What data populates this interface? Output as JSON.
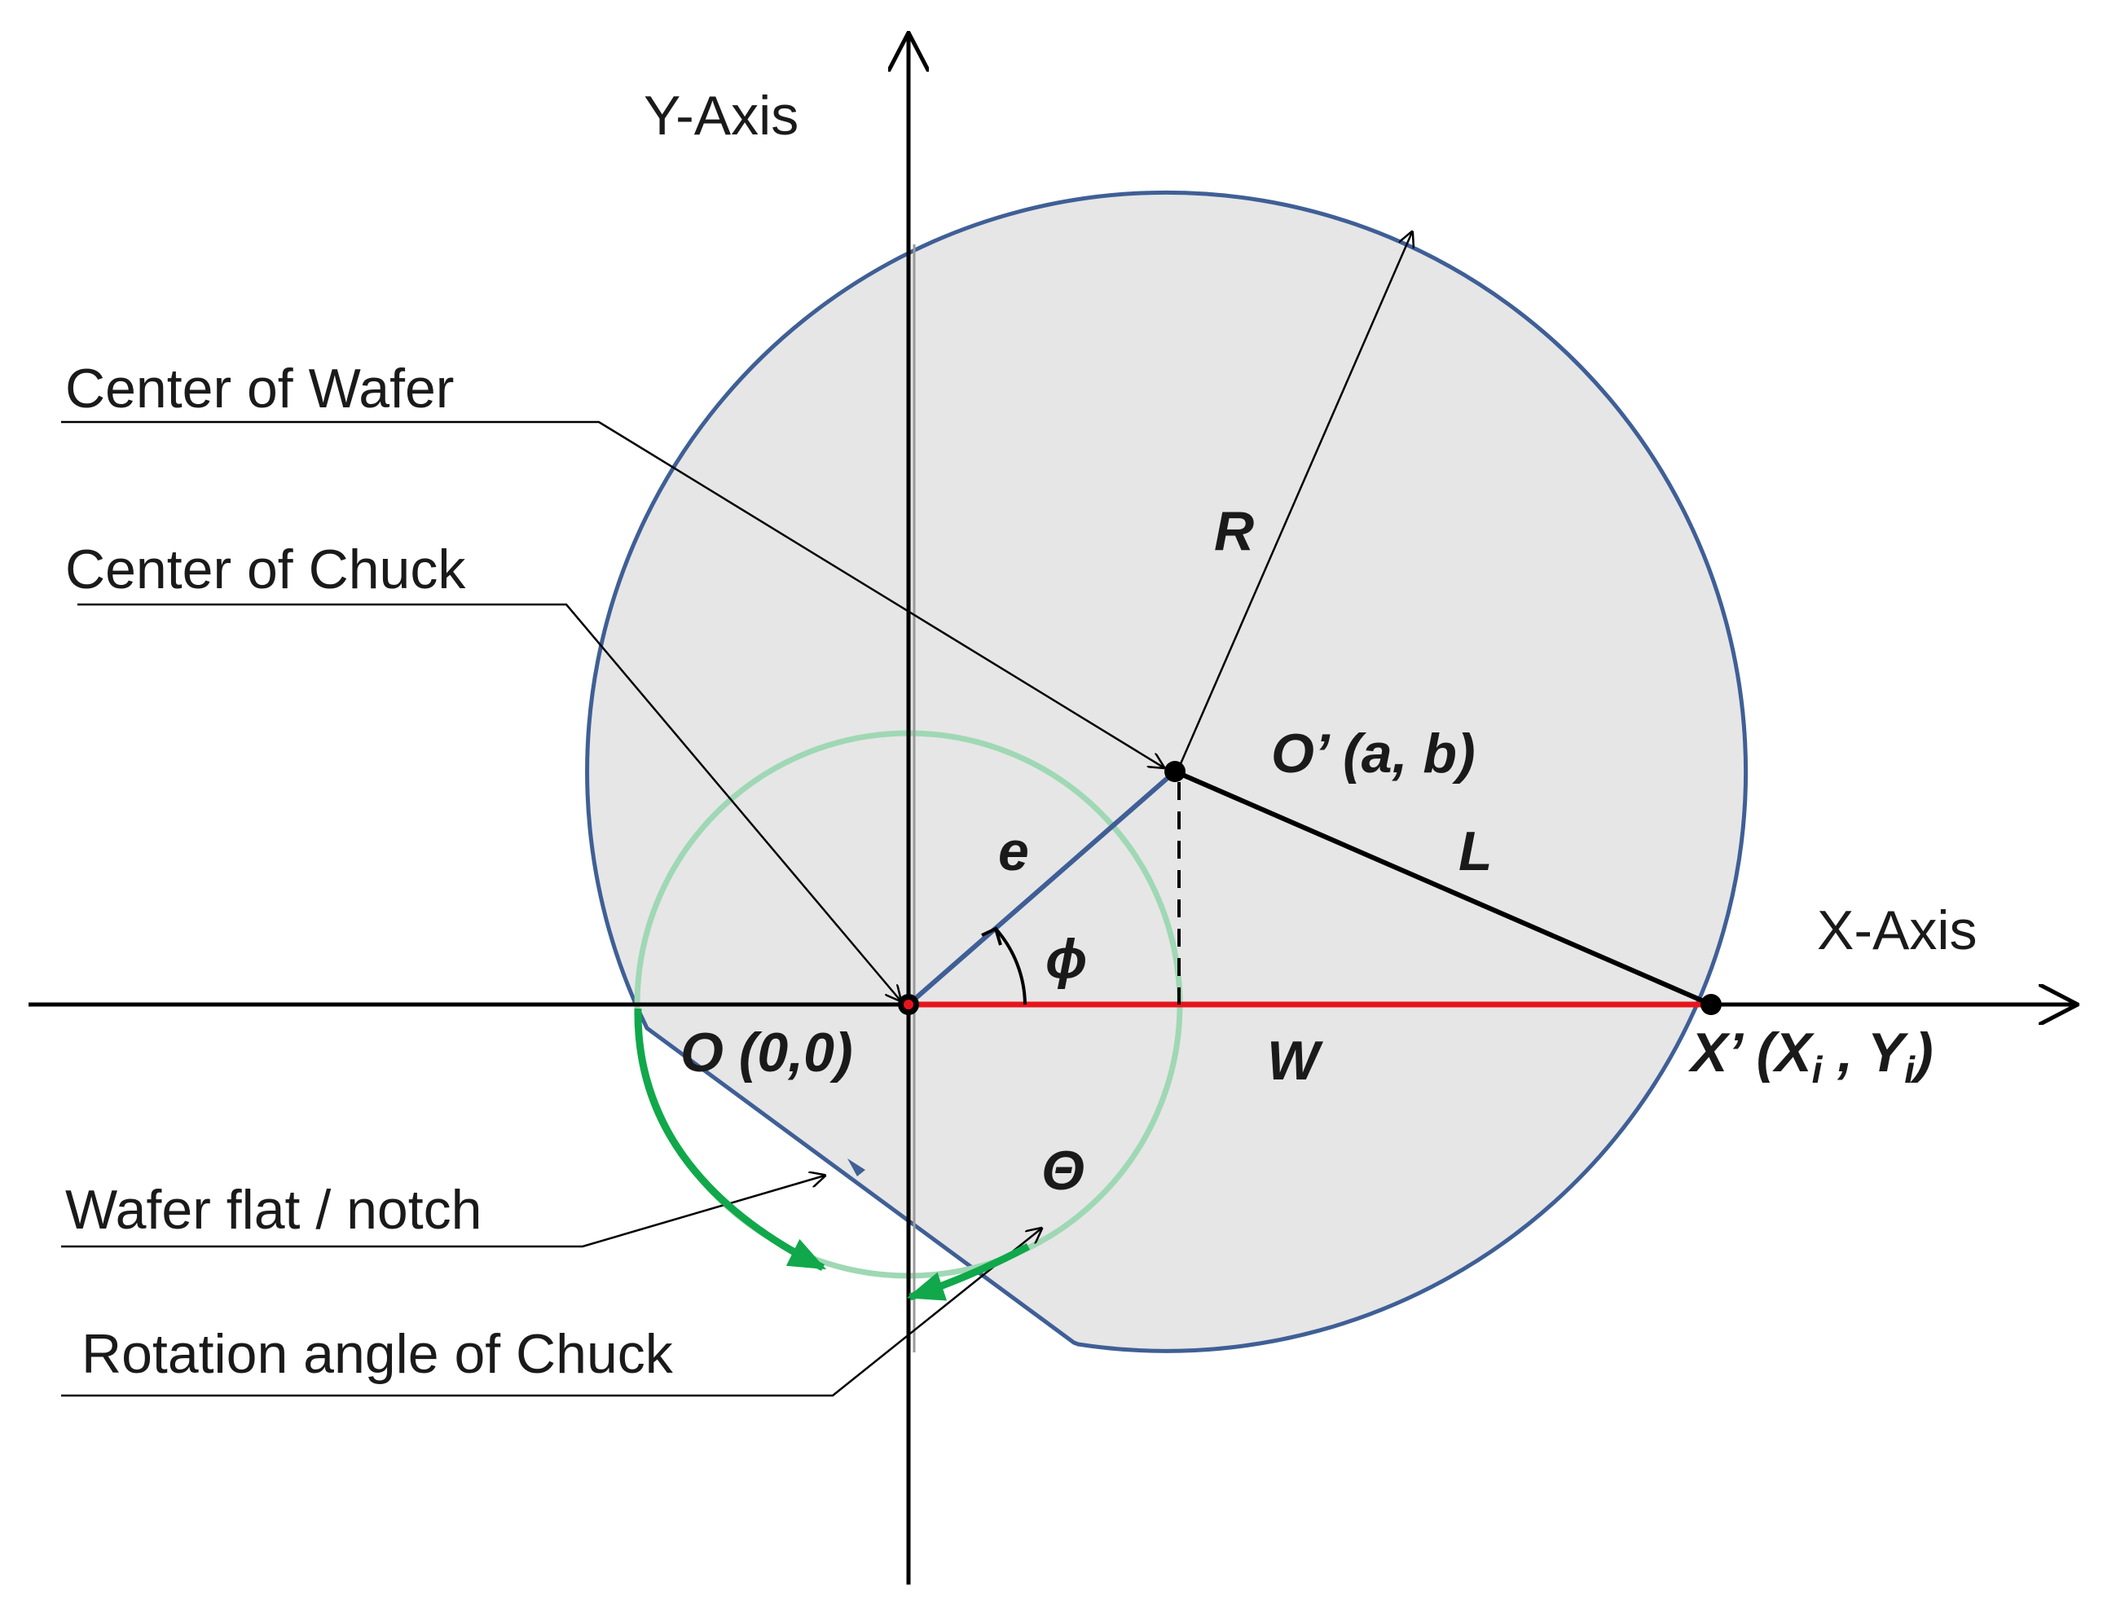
{
  "labels": {
    "y_axis": "Y-Axis",
    "x_axis": "X-Axis",
    "center_wafer": "Center of Wafer",
    "center_chuck": "Center of Chuck",
    "wafer_flat": "Wafer flat / notch",
    "rotation_angle": "Rotation angle of Chuck"
  },
  "symbols": {
    "R": "R",
    "e": "e",
    "L": "L",
    "W": "W",
    "phi": "ϕ",
    "theta": "Θ"
  },
  "points": {
    "origin": "O (0,0)",
    "wafer_center": "O’ (a, b)",
    "x_prime_prefix": "X’ (X",
    "x_prime_sub_i": "i",
    "x_prime_sep": " , Y",
    "x_prime_sub_j": "i",
    "x_prime_close": ")"
  },
  "colors": {
    "wafer_fill": "#e6e6e6",
    "wafer_stroke": "#3f5f96",
    "chuck_circle": "#9fd8b4",
    "w_line": "#e8141c",
    "rotation_arrow": "#10a84a",
    "e_line": "#3f5f96"
  }
}
